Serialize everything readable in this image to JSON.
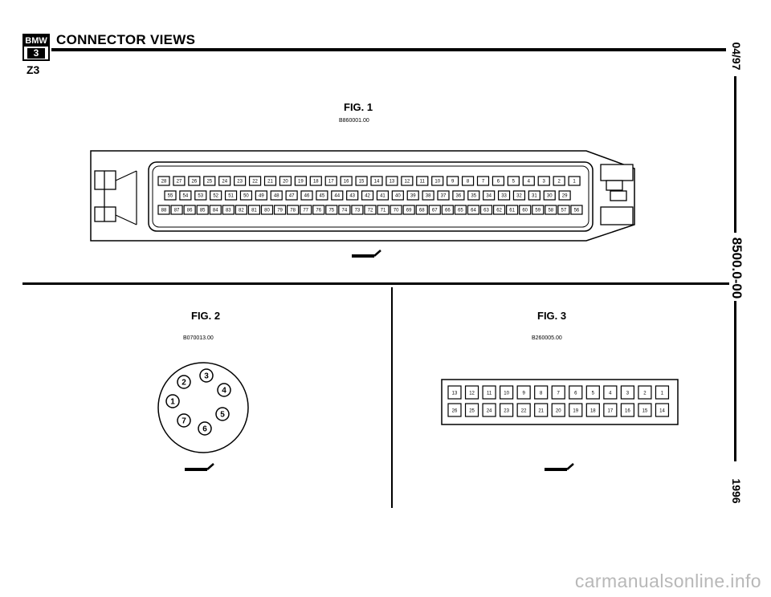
{
  "header": {
    "logo_brand": "BMW",
    "logo_series": "3",
    "title": "CONNECTOR VIEWS",
    "model": "Z3"
  },
  "side": {
    "date": "04/97",
    "doc_number": "8500.0-00",
    "year": "1996"
  },
  "fig1": {
    "label": "FIG. 1",
    "code": "B860001.00",
    "row1_pins": [
      "28",
      "27",
      "26",
      "25",
      "24",
      "23",
      "22",
      "21",
      "20",
      "19",
      "18",
      "17",
      "16",
      "15",
      "14",
      "13",
      "12",
      "11",
      "10",
      "9",
      "8",
      "7",
      "6",
      "5",
      "4",
      "3",
      "2",
      "1"
    ],
    "row2_pins": [
      "55",
      "54",
      "53",
      "52",
      "51",
      "50",
      "49",
      "48",
      "47",
      "46",
      "45",
      "44",
      "43",
      "42",
      "41",
      "40",
      "39",
      "38",
      "37",
      "36",
      "35",
      "34",
      "33",
      "32",
      "31",
      "30",
      "29"
    ],
    "row3_pins": [
      "88",
      "87",
      "86",
      "85",
      "84",
      "83",
      "82",
      "81",
      "80",
      "79",
      "78",
      "77",
      "76",
      "75",
      "74",
      "73",
      "72",
      "71",
      "70",
      "69",
      "68",
      "67",
      "66",
      "65",
      "64",
      "63",
      "62",
      "61",
      "60",
      "59",
      "58",
      "57",
      "56"
    ]
  },
  "fig2": {
    "label": "FIG. 2",
    "code": "B070013.00",
    "pins": [
      "1",
      "2",
      "3",
      "4",
      "5",
      "6",
      "7"
    ]
  },
  "fig3": {
    "label": "FIG. 3",
    "code": "B260005.00",
    "row1_pins": [
      "13",
      "12",
      "11",
      "10",
      "9",
      "8",
      "7",
      "6",
      "5",
      "4",
      "3",
      "2",
      "1"
    ],
    "row2_pins": [
      "26",
      "25",
      "24",
      "23",
      "22",
      "21",
      "20",
      "19",
      "18",
      "17",
      "16",
      "15",
      "14"
    ]
  },
  "footer": {
    "watermark": "carmanualsonline.info"
  }
}
